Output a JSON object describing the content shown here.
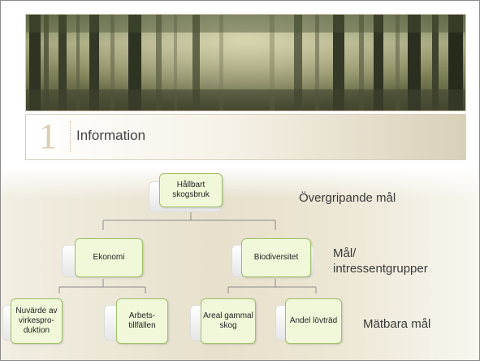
{
  "title": {
    "number": "1",
    "text": "Information"
  },
  "diagram": {
    "root": "Hållbart skogsbruk",
    "level2": [
      "Ekonomi",
      "Biodiversitet"
    ],
    "level3": [
      "Nuvärde av virkespro-duktion",
      "Arbets-tillfällen",
      "Areal gammal skog",
      "Andel lövträd"
    ]
  },
  "labels": {
    "goal": "Övergripande mål",
    "stakeholder_line1": "Mål/",
    "stakeholder_line2": "intressentgrupper",
    "measurable": "Mätbara mål"
  },
  "colors": {
    "node_fill": "#f1f8d9",
    "node_border": "#9ec06a",
    "connector": "#8c8c8c"
  }
}
